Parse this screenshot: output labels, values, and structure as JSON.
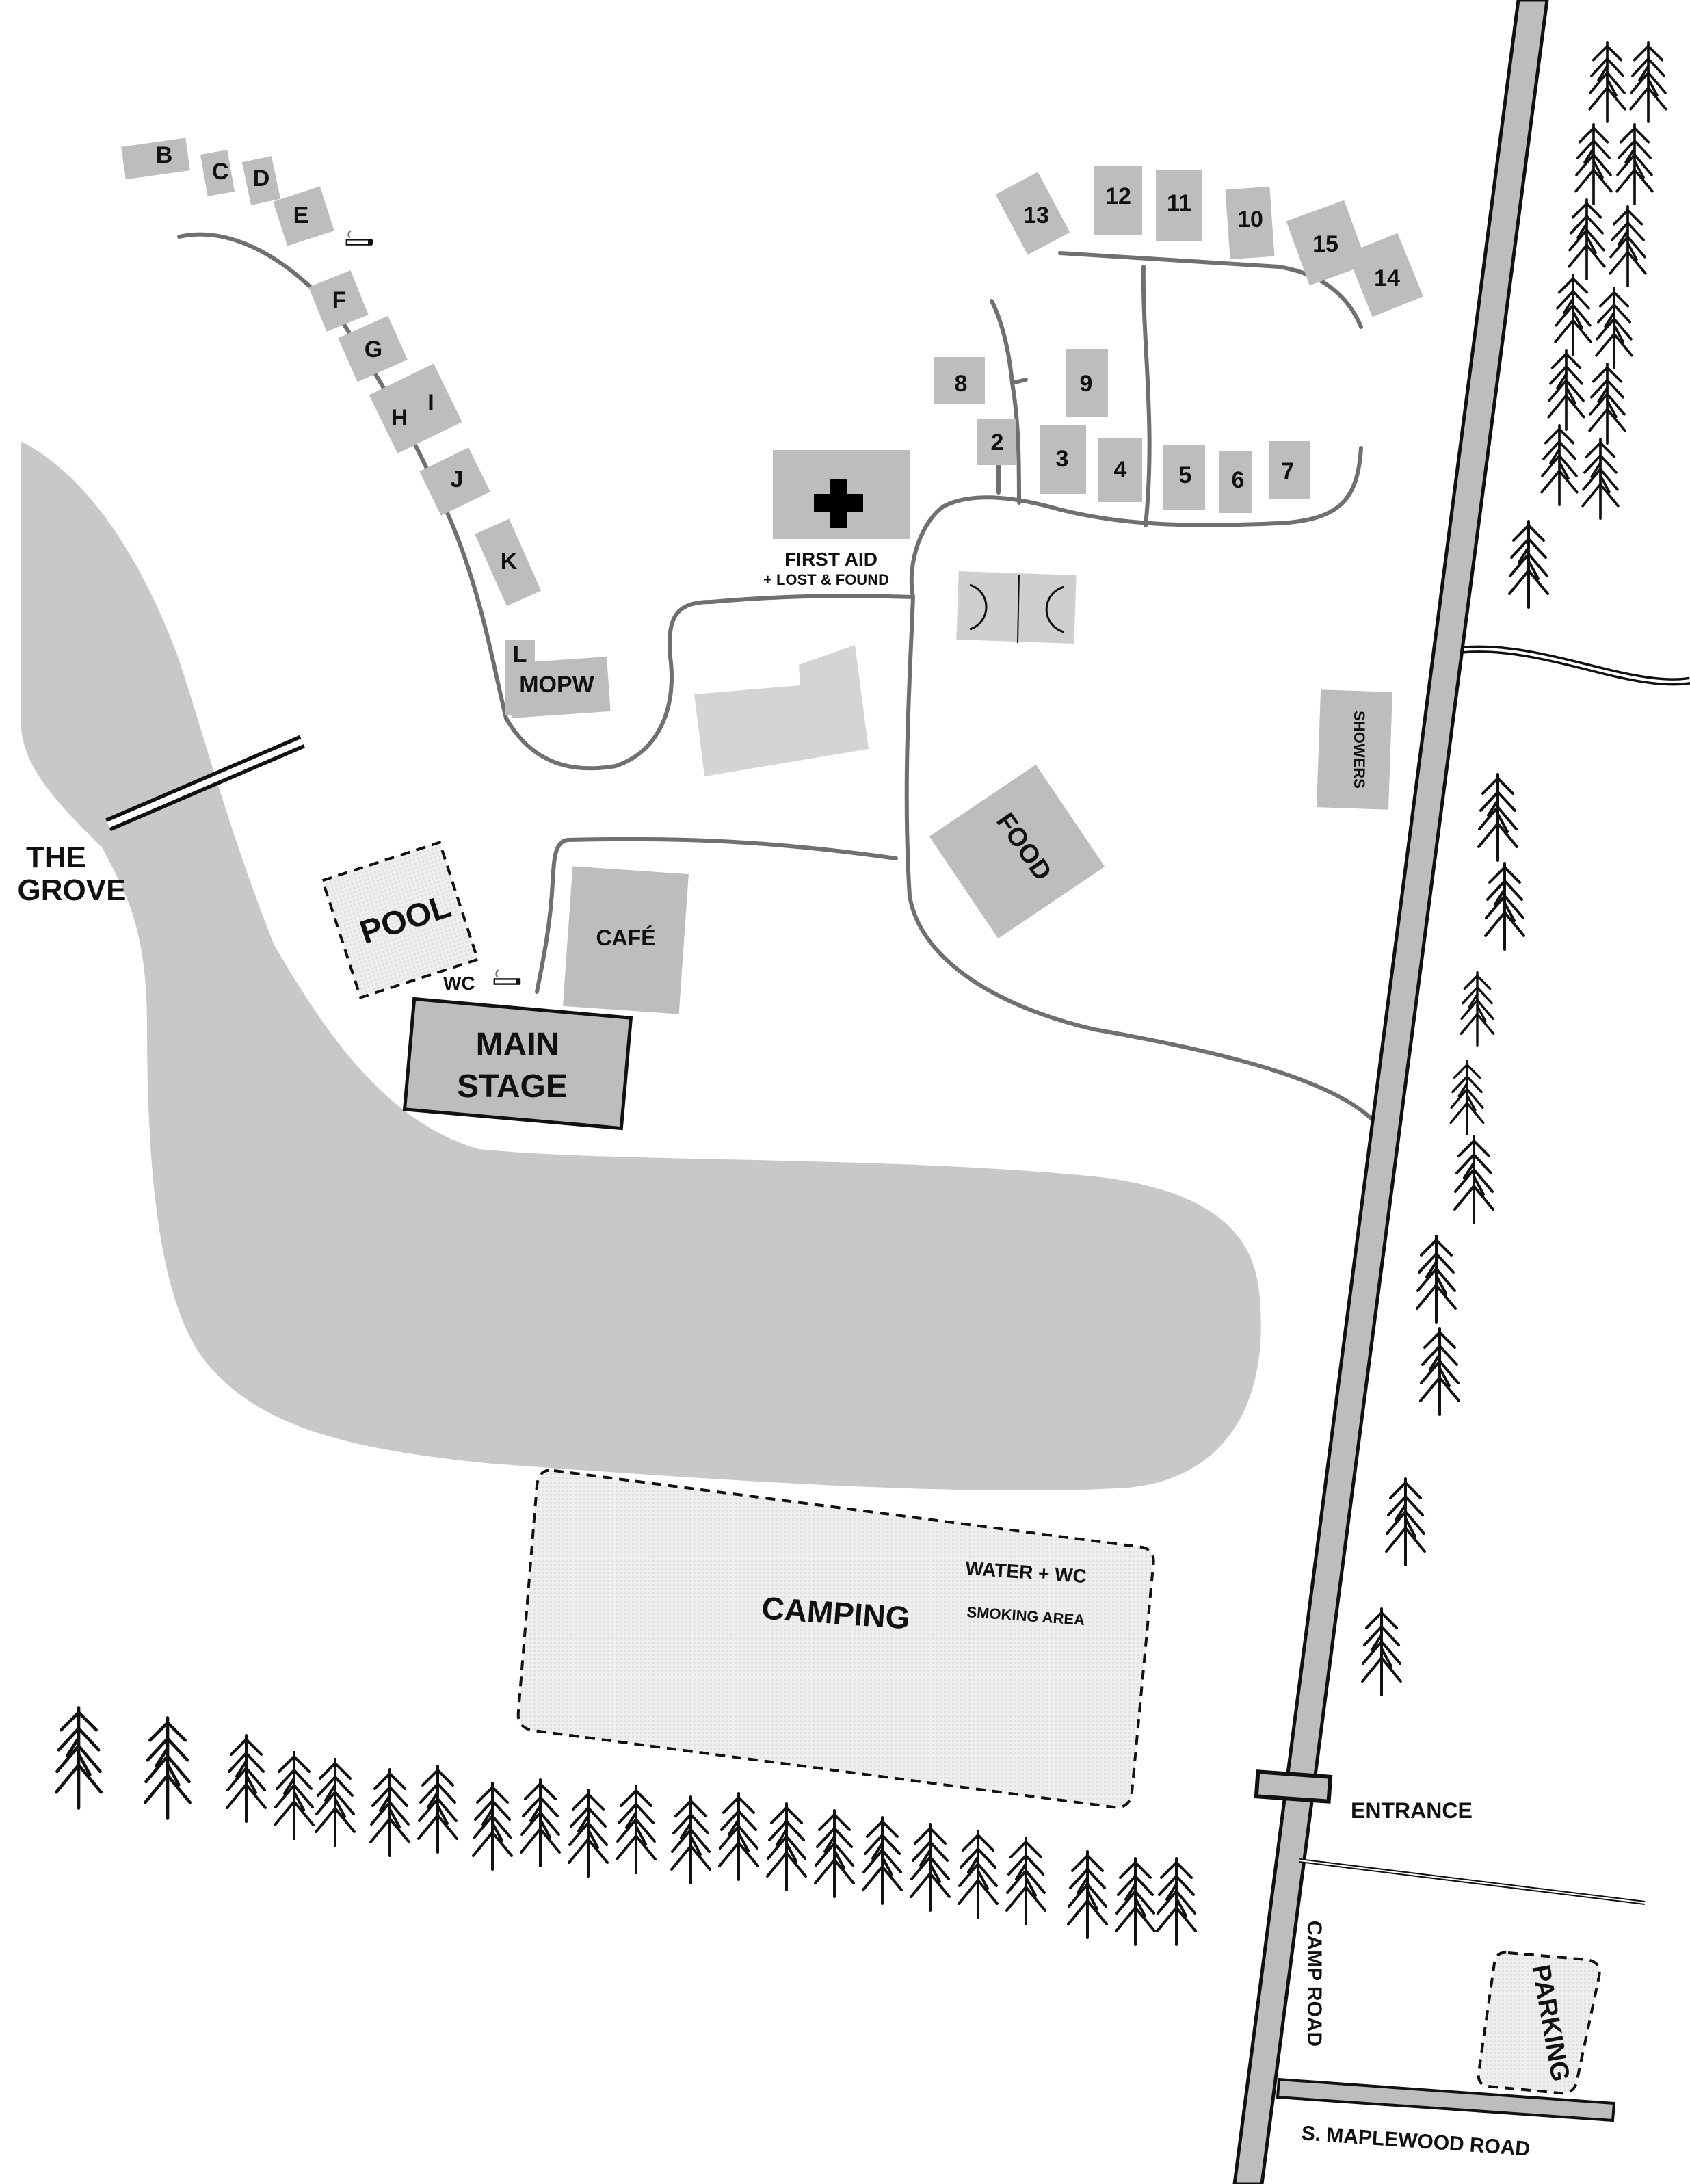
{
  "map": {
    "grove_label": "THE GROVE",
    "pool_label": "POOL",
    "wc_label": "WC",
    "main_stage_line1": "MAIN",
    "main_stage_line2": "STAGE",
    "cafe_label": "CAFÉ",
    "food_label": "FOOD",
    "first_aid_line1": "FIRST AID",
    "first_aid_line2": "+ LOST & FOUND",
    "showers_label": "SHOWERS",
    "mopw_label": "MOPW",
    "camping_label": "CAMPING",
    "water_wc_label": "WATER + WC",
    "smoking_area_label": "SMOKING AREA",
    "entrance_label": "ENTRANCE",
    "camp_road_label": "CAMP ROAD",
    "maplewood_road_label": "S. MAPLEWOOD ROAD",
    "parking_label": "PARKING",
    "letter_cabins": [
      "B",
      "C",
      "D",
      "E",
      "F",
      "G",
      "H",
      "I",
      "J",
      "K",
      "L"
    ],
    "numbered_cabins": [
      "2",
      "3",
      "4",
      "5",
      "6",
      "7",
      "8",
      "9",
      "10",
      "11",
      "12",
      "13",
      "14",
      "15"
    ],
    "icons": [
      "first-aid-cross-icon",
      "smoking-icon",
      "basketball-court-icon",
      "tree-icon",
      "bridge-icon"
    ],
    "colors": {
      "lake": "#c8c8c8",
      "building": "#bdbdbd",
      "path": "#707070",
      "road": "#bdbdbd",
      "zone": "#ececec"
    }
  }
}
